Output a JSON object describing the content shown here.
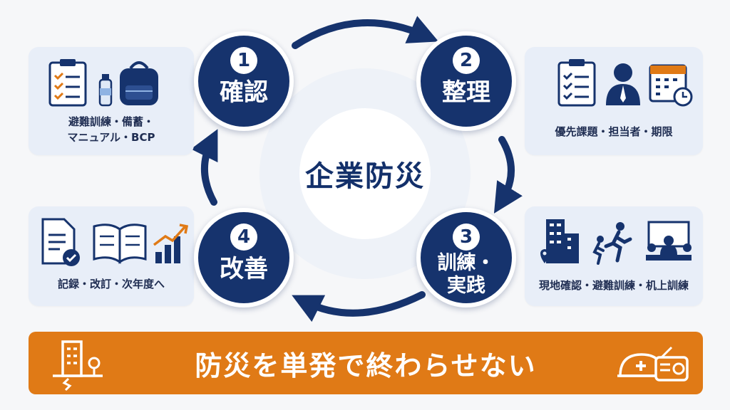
{
  "center": {
    "title": "企業防災"
  },
  "steps": [
    {
      "number": "1",
      "label": "確認"
    },
    {
      "number": "2",
      "label": "整理"
    },
    {
      "number": "3",
      "label": "訓練・\n実践"
    },
    {
      "number": "4",
      "label": "改善"
    }
  ],
  "cards": [
    {
      "caption_lines": [
        "避難訓練・備蓄・",
        "マニュアル・BCP"
      ],
      "icons": [
        "clipboard-checklist-icon",
        "water-bottle-icon",
        "backpack-icon"
      ]
    },
    {
      "caption_lines": [
        "優先課題・担当者・期限"
      ],
      "icons": [
        "checklist-icon",
        "person-icon",
        "calendar-clock-icon"
      ]
    },
    {
      "caption_lines": [
        "現地確認・避難訓練・机上訓練"
      ],
      "icons": [
        "building-map-pin-icon",
        "running-people-icon",
        "meeting-table-icon"
      ]
    },
    {
      "caption_lines": [
        "記録・改訂・次年度へ"
      ],
      "icons": [
        "document-check-icon",
        "open-book-icon",
        "growth-chart-icon"
      ]
    }
  ],
  "banner": {
    "slogan": "防災を単発で終わらせない",
    "icons": [
      "earthquake-building-icon",
      "helmet-radio-icon"
    ]
  },
  "colors": {
    "navy": "#16336d",
    "orange": "#e07a16",
    "card_bg": "#e8eef8",
    "check_orange": "#e07a16"
  }
}
